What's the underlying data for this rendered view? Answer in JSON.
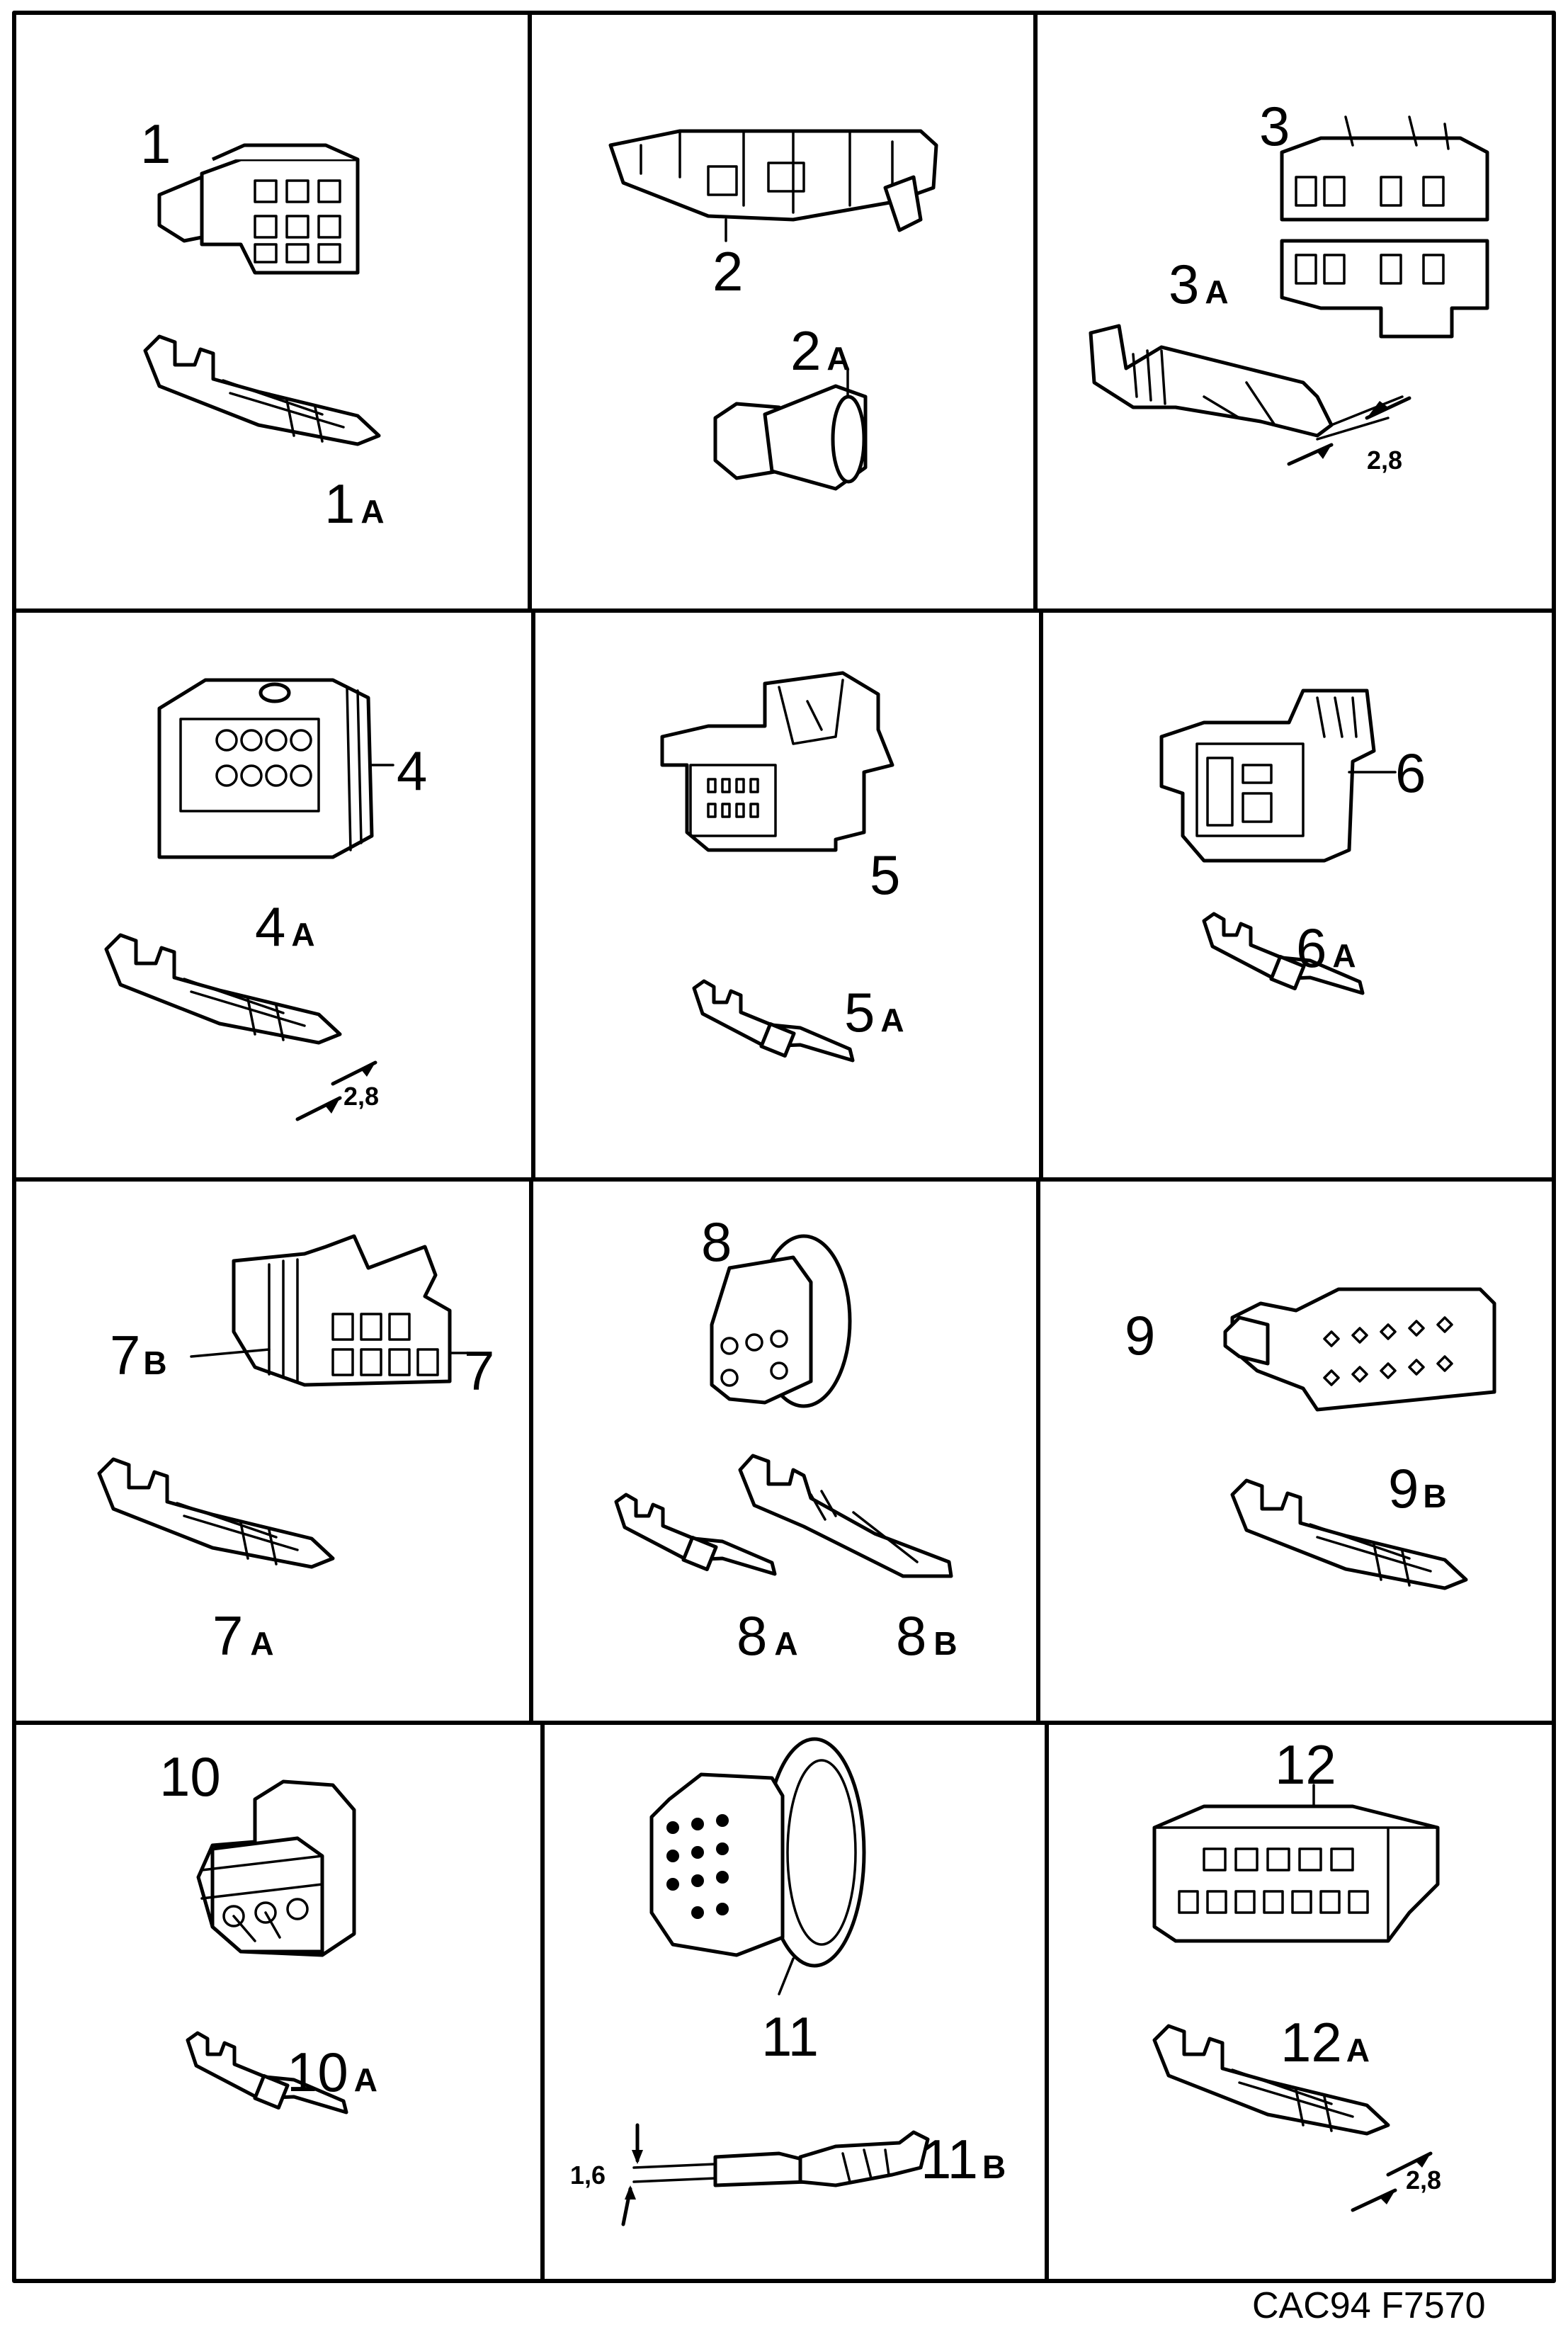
{
  "diagram_code": "CAC94 F7570",
  "cells": [
    {
      "id": "1",
      "parts": [
        {
          "num": "1",
          "suffix": ""
        },
        {
          "num": "1",
          "suffix": "A"
        }
      ]
    },
    {
      "id": "2",
      "parts": [
        {
          "num": "2",
          "suffix": ""
        },
        {
          "num": "2",
          "suffix": "A"
        }
      ]
    },
    {
      "id": "3",
      "parts": [
        {
          "num": "3",
          "suffix": ""
        },
        {
          "num": "3",
          "suffix": "A"
        }
      ],
      "dimension": "2,8"
    },
    {
      "id": "4",
      "parts": [
        {
          "num": "4",
          "suffix": ""
        },
        {
          "num": "4",
          "suffix": "A"
        }
      ],
      "dimension": "2,8"
    },
    {
      "id": "5",
      "parts": [
        {
          "num": "5",
          "suffix": ""
        },
        {
          "num": "5",
          "suffix": "A"
        }
      ]
    },
    {
      "id": "6",
      "parts": [
        {
          "num": "6",
          "suffix": ""
        },
        {
          "num": "6",
          "suffix": "A"
        }
      ]
    },
    {
      "id": "7",
      "parts": [
        {
          "num": "7",
          "suffix": ""
        },
        {
          "num": "7",
          "suffix": "B"
        },
        {
          "num": "7",
          "suffix": "A"
        }
      ]
    },
    {
      "id": "8",
      "parts": [
        {
          "num": "8",
          "suffix": ""
        },
        {
          "num": "8",
          "suffix": "A"
        },
        {
          "num": "8",
          "suffix": "B"
        }
      ]
    },
    {
      "id": "9",
      "parts": [
        {
          "num": "9",
          "suffix": ""
        },
        {
          "num": "9",
          "suffix": "B"
        }
      ]
    },
    {
      "id": "10",
      "parts": [
        {
          "num": "10",
          "suffix": ""
        },
        {
          "num": "10",
          "suffix": "A"
        }
      ]
    },
    {
      "id": "11",
      "parts": [
        {
          "num": "11",
          "suffix": ""
        },
        {
          "num": "11",
          "suffix": "B"
        }
      ],
      "dimension": "1,6"
    },
    {
      "id": "12",
      "parts": [
        {
          "num": "12",
          "suffix": ""
        },
        {
          "num": "12",
          "suffix": "A"
        }
      ],
      "dimension": "2,8"
    }
  ]
}
